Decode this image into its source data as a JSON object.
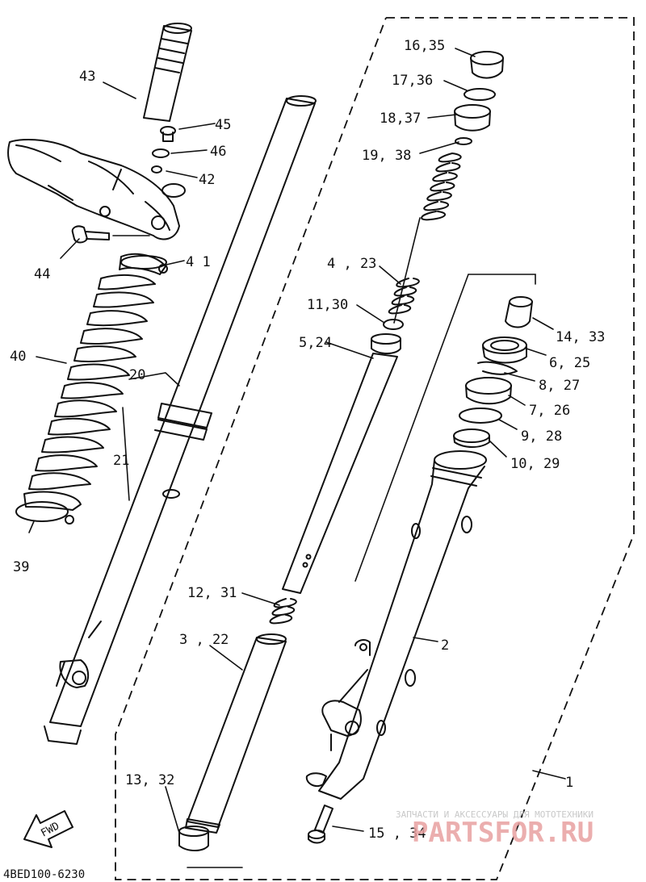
{
  "callouts": {
    "c43": "43",
    "c45": "45",
    "c46": "46",
    "c42": "42",
    "c44": "44",
    "c41": "4 1",
    "c40": "40",
    "c20": "20",
    "c21": "21",
    "c39": "39",
    "c16": "16,35",
    "c17": "17,36",
    "c18": "18,37",
    "c19": "19, 38",
    "c4": "4 , 23",
    "c11": "11,30",
    "c5": "5,24",
    "c14": "14, 33",
    "c6": "6, 25",
    "c8": "8, 27",
    "c7": "7, 26",
    "c9": "9, 28",
    "c10": "10, 29",
    "c12": "12, 31",
    "c3": "3 , 22",
    "c2": "2",
    "c1": "1",
    "c13": "13, 32",
    "c15": "15 , 34"
  },
  "fwd_label": "FWD",
  "diagram_code": "4BED100-6230",
  "watermark": {
    "tagline": "ЗАПЧАСТИ И АКСЕССУАРЫ ДЛЯ МОТОТЕХНИКИ",
    "brand": "PARTSFOR.RU",
    "brand_color": "#e8a0a0"
  }
}
